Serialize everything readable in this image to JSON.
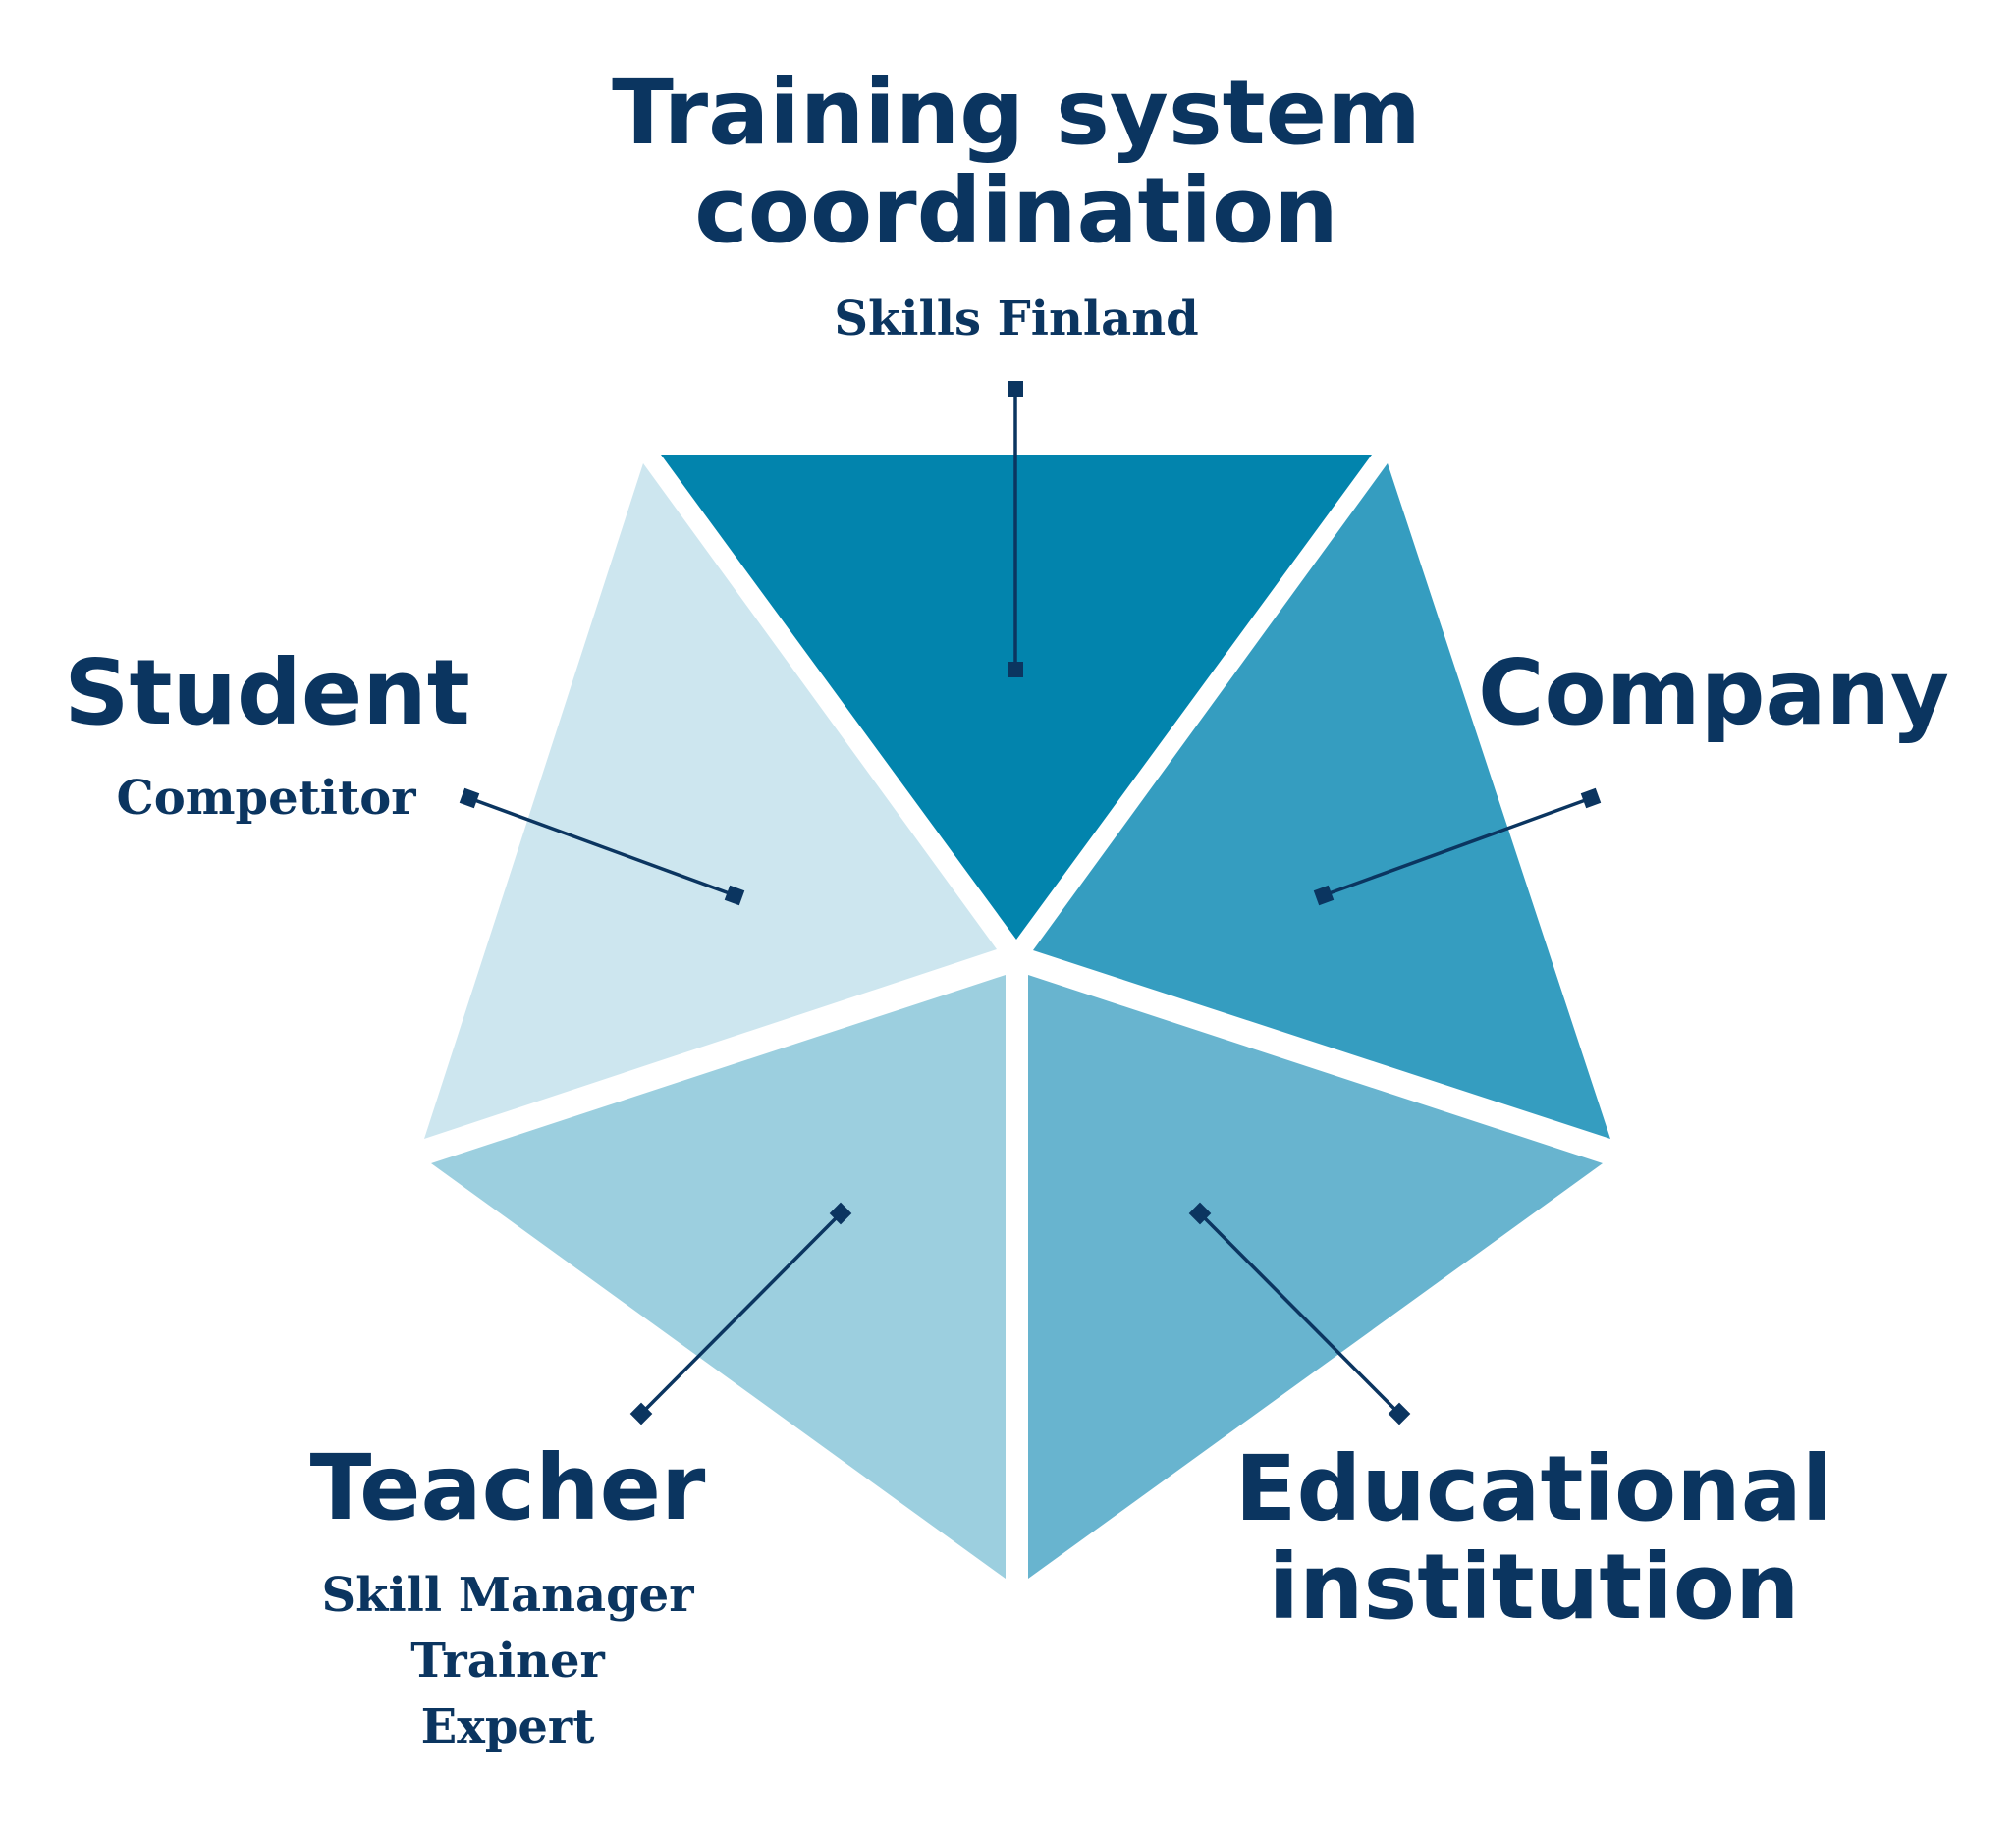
{
  "segments": {
    "coordination": {
      "title_lines": [
        "Training system",
        "coordination"
      ],
      "sub_lines": [
        "Skills Finland"
      ],
      "color": "#0284ad"
    },
    "company": {
      "title_lines": [
        "Company"
      ],
      "sub_lines": [],
      "color": "#359dc0"
    },
    "education": {
      "title_lines": [
        "Educational",
        "institution"
      ],
      "sub_lines": [],
      "color": "#68b4cf"
    },
    "teacher": {
      "title_lines": [
        "Teacher"
      ],
      "sub_lines": [
        "Skill Manager",
        "Trainer",
        "Expert"
      ],
      "color": "#9ccfdf"
    },
    "student": {
      "title_lines": [
        "Student"
      ],
      "sub_lines": [
        "Competitor"
      ],
      "color": "#cde6ef"
    }
  },
  "colors": {
    "text": "#0b3560",
    "connector": "#0b3560"
  }
}
